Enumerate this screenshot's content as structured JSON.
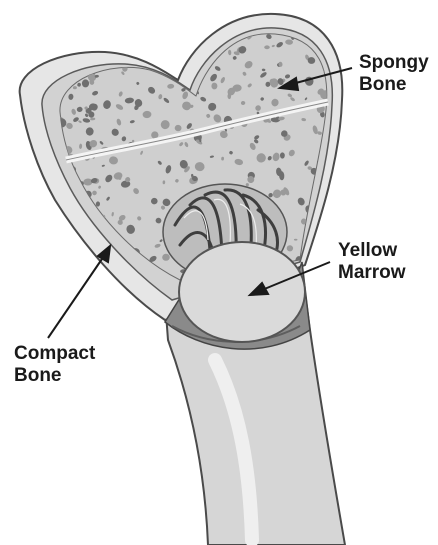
{
  "labels": {
    "spongy_bone": {
      "line1": "Spongy",
      "line2": "Bone"
    },
    "yellow_marrow": {
      "line1": "Yellow",
      "line2": "Marrow"
    },
    "compact_bone": {
      "line1": "Compact",
      "line2": "Bone"
    }
  },
  "colors": {
    "shaft": "#d9d9d9",
    "shaft_outline": "#4a4a4a",
    "cortex": "#e6e6e6",
    "spongy_fill": "#cfcfcf",
    "trabecula_dark": "#6f6f6f",
    "trabecula_mid": "#9a9a9a",
    "marrow": "#dadada",
    "band": "#8a8a8a",
    "ink": "#1a1a1a"
  }
}
